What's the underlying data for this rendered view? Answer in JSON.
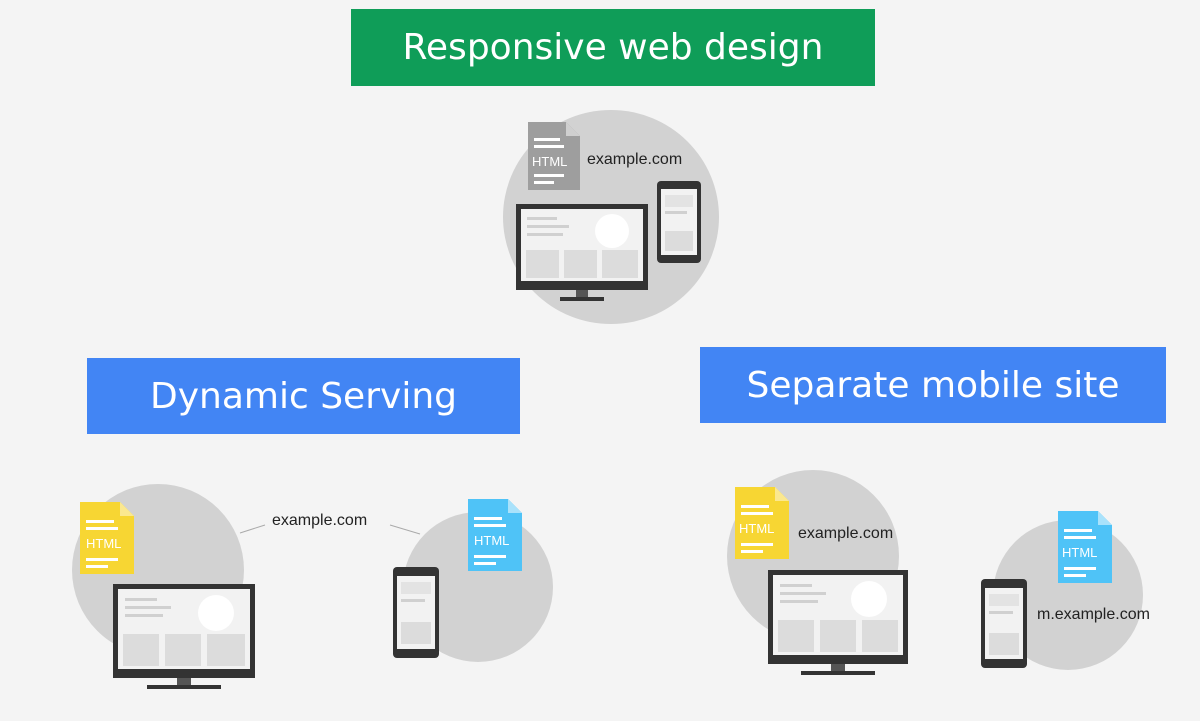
{
  "banners": {
    "responsive": {
      "label": "Responsive web design",
      "color": "#0f9d58"
    },
    "dynamic": {
      "label": "Dynamic Serving",
      "color": "#4285f4"
    },
    "separate": {
      "label": "Separate mobile site",
      "color": "#4285f4"
    }
  },
  "responsive": {
    "doc_label": "HTML",
    "doc_color": "#9e9e9e",
    "url": "example.com"
  },
  "dynamic": {
    "desktop_doc_label": "HTML",
    "desktop_doc_color": "#f7d633",
    "mobile_doc_label": "HTML",
    "mobile_doc_color": "#4fc3f7",
    "url": "example.com"
  },
  "separate": {
    "desktop_doc_label": "HTML",
    "desktop_doc_color": "#f7d633",
    "desktop_url": "example.com",
    "mobile_doc_label": "HTML",
    "mobile_doc_color": "#4fc3f7",
    "mobile_url": "m.example.com"
  },
  "icons": {
    "document": "html-document-icon",
    "desktop": "desktop-monitor-icon",
    "phone": "smartphone-icon"
  }
}
